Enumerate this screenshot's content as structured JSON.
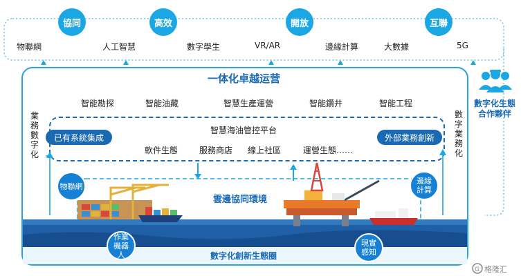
{
  "top_values": [
    "協同",
    "高效",
    "開放",
    "互聯"
  ],
  "technologies": [
    "物聯網",
    "人工智慧",
    "數字學生",
    "VR/AR",
    "邊緣計算",
    "大數據",
    "5G"
  ],
  "ops_title": "一体化卓越运营",
  "applications": [
    "智能勘探",
    "智能油藏",
    "智慧生產運營",
    "智能鑽井",
    "智能工程"
  ],
  "platform": {
    "title": "智慧海油管控平台",
    "items": [
      "軟件生態",
      "服務商店",
      "線上社區",
      "運營生態……"
    ]
  },
  "left_pill": "已有系統集成",
  "right_pill": "外部業務創新",
  "left_vertical": "業務數字化",
  "right_vertical": "數字業務化",
  "partner_label": [
    "數字化生態",
    "合作夥伴"
  ],
  "cloud_edge": "雲邊協同環境",
  "circles": {
    "iot": "物聯網",
    "edge": "邊緣計算",
    "robot": "作業機器人",
    "sensing": "現實感知"
  },
  "bottom_title": "數字化創新生態圈",
  "watermark": "格隆汇",
  "colors": {
    "accent": "#1aa7e4",
    "dark_blue": "#1a6ab3",
    "sea": "#1f5fa8"
  }
}
